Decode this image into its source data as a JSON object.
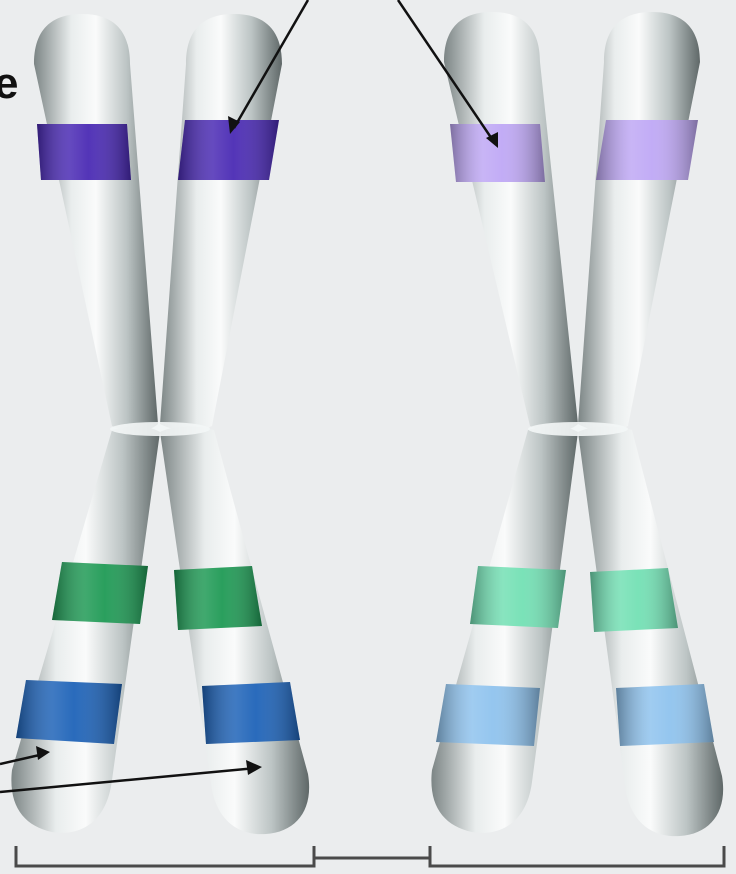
{
  "edge_label": "e",
  "colors": {
    "background": "#ebedee",
    "chromatid_light": "#f4f6f6",
    "chromatid_mid": "#c4cccc",
    "chromatid_dark": "#6d7676",
    "left_pair_bands": {
      "top": "#4a2ab4",
      "middle": "#1f9a55",
      "bottom": "#1e63b8"
    },
    "right_pair_bands": {
      "top": "#bfa8f5",
      "middle": "#73e0b4",
      "bottom": "#8fc3ee"
    },
    "pointer_line": "#111111",
    "bracket_line": "#4a4a4a"
  },
  "chromosomes": [
    {
      "name": "left-chromosome",
      "band_set": "left_pair_bands"
    },
    {
      "name": "right-chromosome",
      "band_set": "right_pair_bands"
    }
  ]
}
